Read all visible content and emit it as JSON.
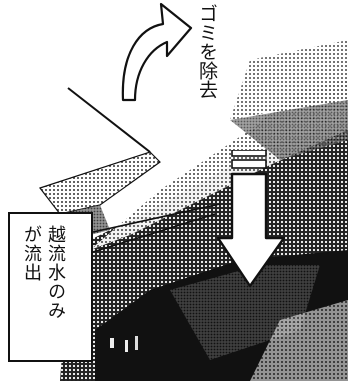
{
  "caption_top": "ゴミを除去",
  "label_box": {
    "line1": "越流水のみ",
    "line2": "が流出"
  },
  "icons": {
    "curved_arrow": "curved-arrow-icon",
    "down_arrow": "down-arrow-icon"
  },
  "colors": {
    "ink": "#111111",
    "paper": "#ffffff",
    "arrow_fill": "#ffffff"
  }
}
